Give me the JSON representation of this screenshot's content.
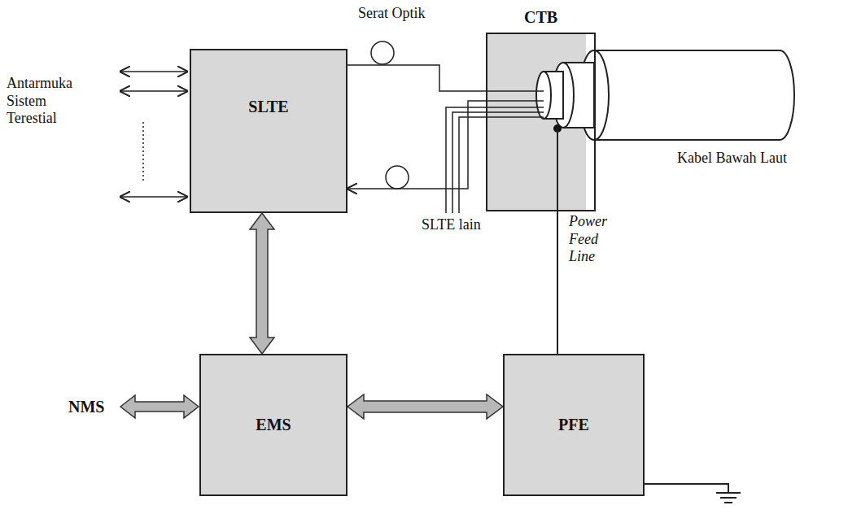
{
  "diagram": {
    "nodes": [
      {
        "text": [
          "SLTE"
        ]
      },
      {
        "text": [
          "CTB"
        ]
      },
      {
        "text": [
          "EMS"
        ]
      },
      {
        "text": [
          "PFE"
        ]
      }
    ],
    "edges": [
      {
        "from": 0,
        "to": 1,
        "arrow": "none"
      },
      {
        "from": 1,
        "to": 0,
        "arrow": "to"
      },
      {
        "from": 0,
        "to": 2,
        "arrow": "both"
      },
      {
        "from": 2,
        "to": 3,
        "arrow": "both"
      },
      {
        "from": 3,
        "to": 1,
        "arrow": "none",
        "label": "Power Feed Line"
      }
    ],
    "labels": [
      "Serat Optik",
      "Antarmuka Sistem Terestial",
      "Kabel Bawah Laut",
      "SLTE lain",
      "NMS"
    ]
  }
}
